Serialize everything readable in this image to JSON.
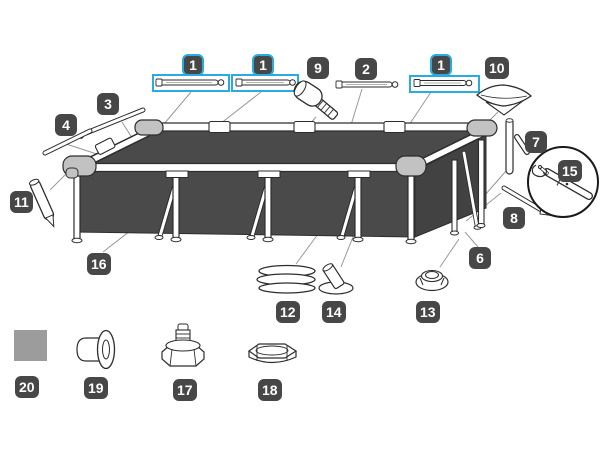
{
  "diagram": {
    "kind": "pool-exploded-parts-diagram",
    "colors": {
      "accent": "#29abe2",
      "badge-bg": "#474747",
      "pool": "#4a4a4a",
      "pool-side": "#424242",
      "patch": "#9c9c9c",
      "line": "#999999",
      "ink": "#2d2d2d"
    }
  },
  "badges": [
    {
      "num": "1",
      "part": "top-rail",
      "highlighted": true
    },
    {
      "num": "1",
      "part": "top-rail",
      "highlighted": true
    },
    {
      "num": "1",
      "part": "top-rail",
      "highlighted": true
    },
    {
      "num": "2",
      "part": "top-rail",
      "highlighted": false
    },
    {
      "num": "3",
      "part": "end-rail-section",
      "highlighted": false
    },
    {
      "num": "4",
      "part": "end-rail-section",
      "highlighted": false
    },
    {
      "num": "6",
      "part": "vertical-leg",
      "highlighted": false
    },
    {
      "num": "7",
      "part": "leg-pole",
      "highlighted": false
    },
    {
      "num": "8",
      "part": "bottom-rail-pin",
      "highlighted": false
    },
    {
      "num": "9",
      "part": "rubber-mallet",
      "highlighted": false
    },
    {
      "num": "10",
      "part": "corner-cover-funnel",
      "highlighted": false
    },
    {
      "num": "11",
      "part": "corner-peg",
      "highlighted": false
    },
    {
      "num": "12",
      "part": "coiled-hose",
      "highlighted": false
    },
    {
      "num": "13",
      "part": "round-leg-base",
      "highlighted": false
    },
    {
      "num": "14",
      "part": "angled-leg-base",
      "highlighted": false
    },
    {
      "num": "15",
      "part": "pin-and-cord-detail",
      "highlighted": false
    },
    {
      "num": "16",
      "part": "pool-liner-frame",
      "highlighted": false
    },
    {
      "num": "17",
      "part": "drain-valve",
      "highlighted": false
    },
    {
      "num": "18",
      "part": "drain-valve-cap",
      "highlighted": false
    },
    {
      "num": "19",
      "part": "strainer",
      "highlighted": false
    },
    {
      "num": "20",
      "part": "repair-patch",
      "highlighted": false
    }
  ]
}
